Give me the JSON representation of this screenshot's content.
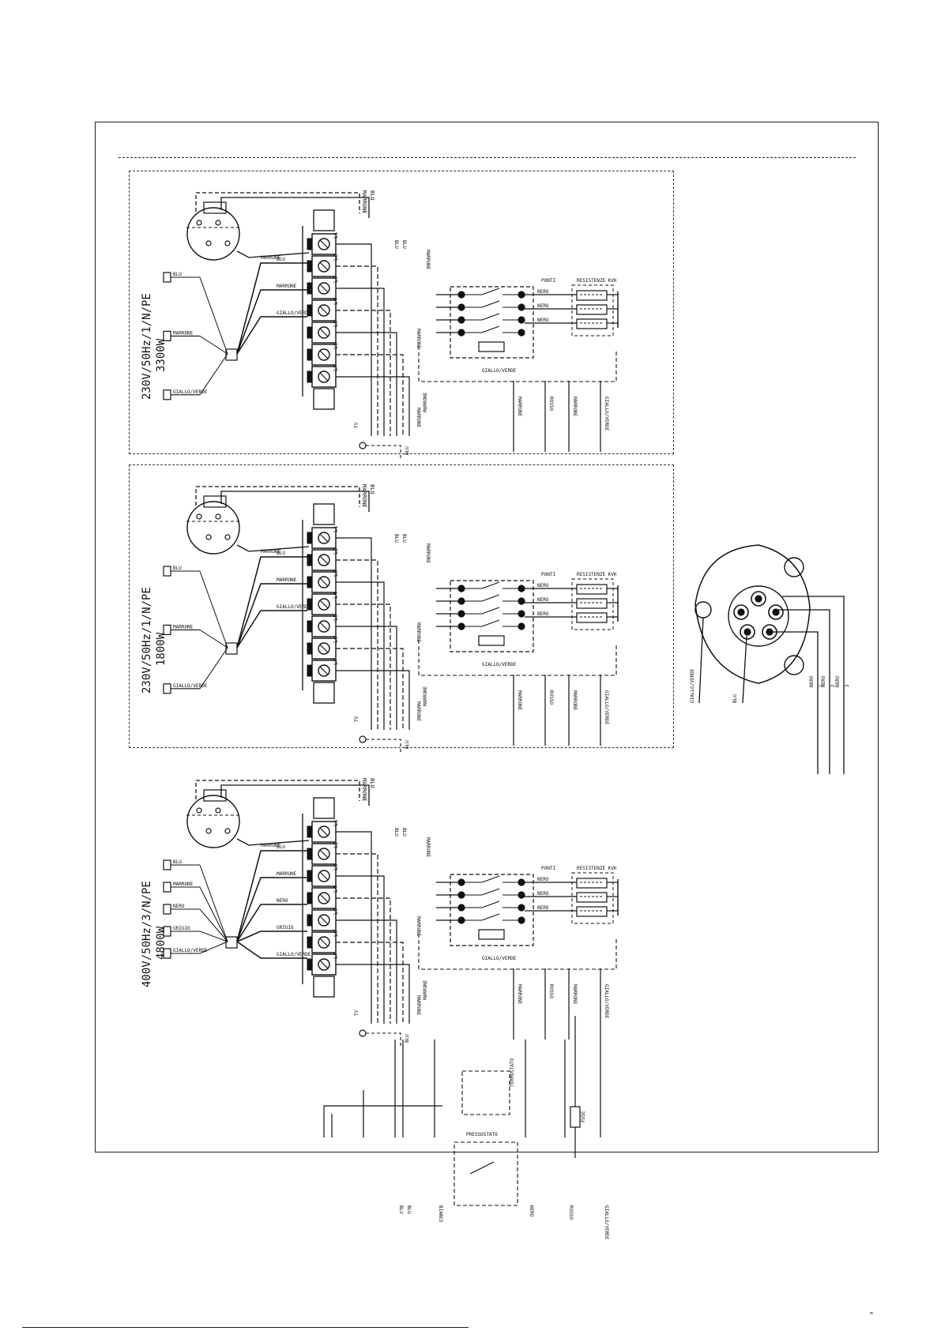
{
  "document": {
    "corner_mark": "\""
  },
  "diagrams": [
    {
      "id": "d1",
      "rating": "230V/50Hz/1/N/PE",
      "power": "3300W"
    },
    {
      "id": "d2",
      "rating": "230V/50Hz/1/N/PE",
      "power": "1800W"
    },
    {
      "id": "d3",
      "rating": "400V/50Hz/3/N/PE",
      "power": "4800W"
    }
  ],
  "wire_labels": {
    "blu": "BLU",
    "marrone": "MARRONE",
    "nero": "NERO",
    "grigio": "GRIGIO",
    "rosso": "ROSSO",
    "giallo_verde": "GIALLO/VERDE",
    "bianco": "BIANCO",
    "resistenze": "RESISTENZE KVK",
    "ponti": "PONTI",
    "tv": "TV"
  },
  "component_labels": {
    "pressostato": "PRESSOSTATO",
    "fuse": "FUSE",
    "termostato": "TERMOSTATO"
  },
  "element_labels": {
    "giallo_verde": "GIALLO/VERDE",
    "blu": "BLU",
    "nero1": "NERO",
    "nero2": "NERO",
    "nero3": "NERO",
    "n1": "1",
    "n2": "2",
    "n3": "3"
  },
  "colors": {
    "line": "#111111",
    "paper": "#ffffff"
  }
}
